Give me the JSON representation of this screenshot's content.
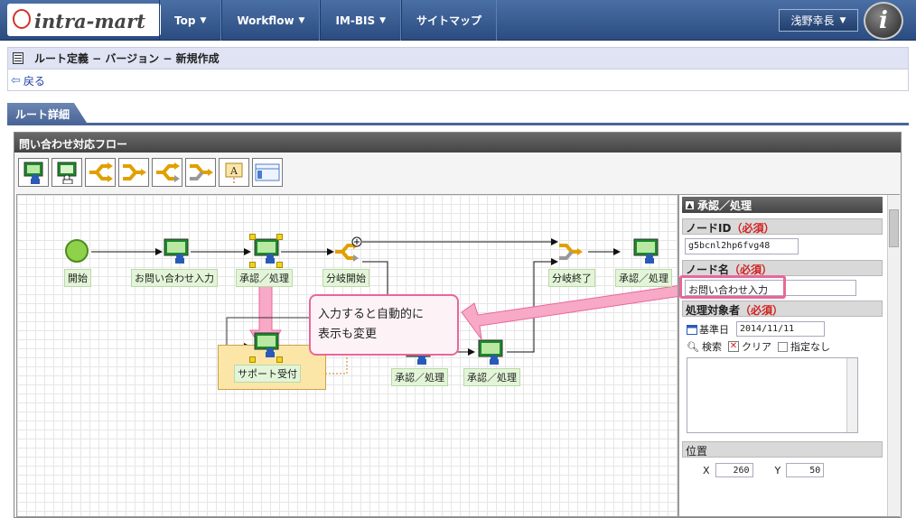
{
  "header": {
    "logo_text": "intra-mart",
    "nav": [
      {
        "label": "Top",
        "dropdown": true
      },
      {
        "label": "Workflow",
        "dropdown": true
      },
      {
        "label": "IM-BIS",
        "dropdown": true
      },
      {
        "label": "サイトマップ",
        "dropdown": false
      }
    ],
    "user_name": "浅野幸長"
  },
  "page": {
    "title": "ルート定義 − バージョン − 新規作成",
    "back_label": "戻る",
    "tab_label": "ルート詳細"
  },
  "panel": {
    "title": "問い合わせ対応フロー"
  },
  "flow": {
    "nodes": {
      "start": "開始",
      "inquiry_input": "お問い合わせ入力",
      "approve1": "承認／処理",
      "branch_start": "分岐開始",
      "branch_end": "分岐終了",
      "approve2": "承認／処理",
      "support": "サポート受付",
      "approve3": "承認／処理",
      "approve4": "承認／処理"
    }
  },
  "props": {
    "section_title": "承認／処理",
    "node_id_label": "ノードID",
    "node_id_value": "g5bcnl2hp6fvg48",
    "node_name_label": "ノード名",
    "node_name_value": "お問い合わせ入力",
    "required": "（必須）",
    "target_label": "処理対象者",
    "base_date_label": "基準日",
    "base_date_value": "2014/11/11",
    "search_label": "検索",
    "clear_label": "クリア",
    "unspecified_label": "指定なし",
    "position_label": "位置",
    "x_label": "X",
    "x_value": "260",
    "y_label": "Y",
    "y_value": "50"
  },
  "callout": {
    "line1": "入力すると自動的に",
    "line2": "表示も変更"
  },
  "colors": {
    "callout_border": "#e8679b",
    "nav_bg": "#2b4c80",
    "required": "#d32020"
  }
}
